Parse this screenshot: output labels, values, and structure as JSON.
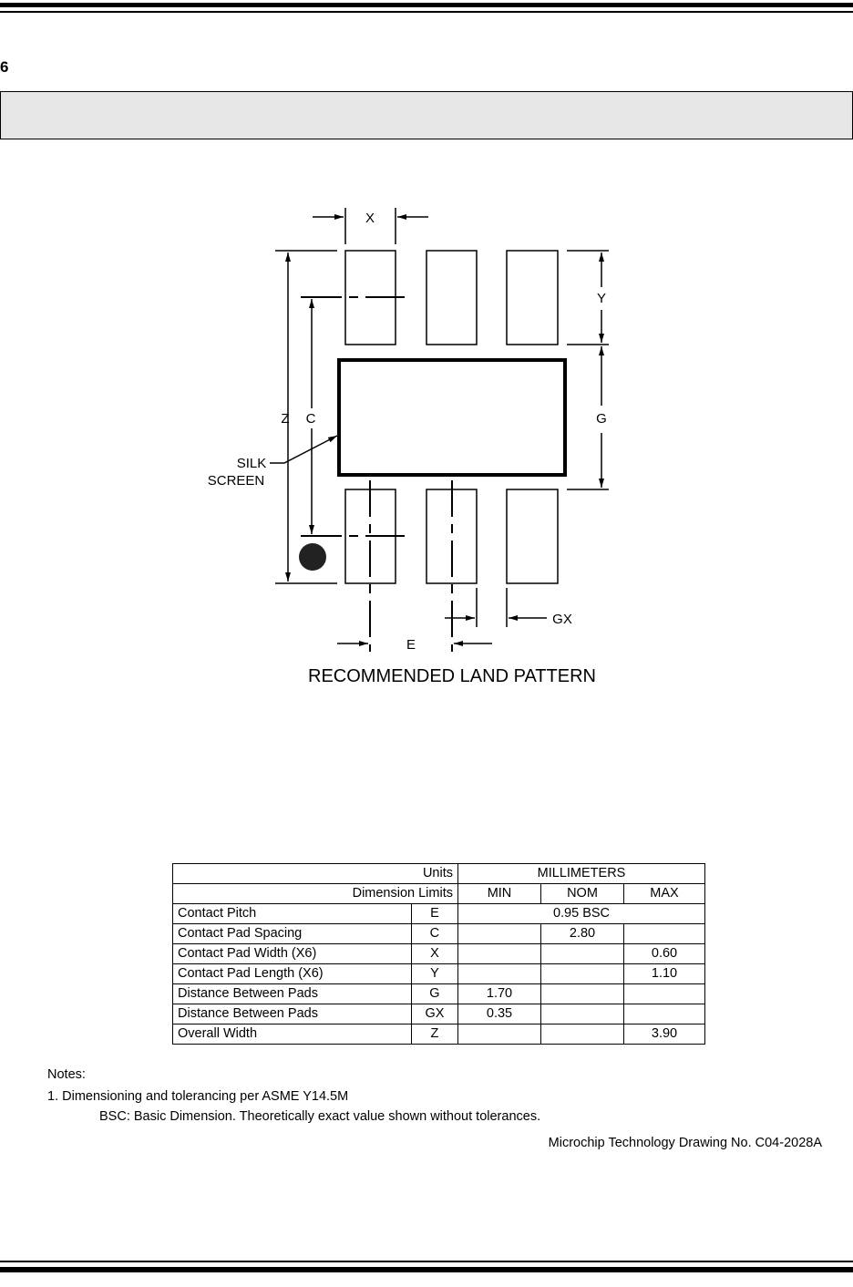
{
  "section_number": "6",
  "drawing": {
    "title": "RECOMMENDED LAND PATTERN",
    "labels": {
      "x": "X",
      "y": "Y",
      "z": "Z",
      "c": "C",
      "g": "G",
      "gx": "GX",
      "e": "E",
      "silk1": "SILK",
      "silk2": "SCREEN"
    }
  },
  "table": {
    "units_label": "Units",
    "units_value": "MILLIMETERS",
    "limits_label": "Dimension Limits",
    "min": "MIN",
    "nom": "NOM",
    "max": "MAX",
    "rows": [
      {
        "name": "Contact Pitch",
        "sym": "E",
        "span": "0.95 BSC"
      },
      {
        "name": "Contact Pad Spacing",
        "sym": "C",
        "min": "",
        "nom": "2.80",
        "max": ""
      },
      {
        "name": "Contact Pad Width (X6)",
        "sym": "X",
        "min": "",
        "nom": "",
        "max": "0.60"
      },
      {
        "name": "Contact Pad Length (X6)",
        "sym": "Y",
        "min": "",
        "nom": "",
        "max": "1.10"
      },
      {
        "name": "Distance Between Pads",
        "sym": "G",
        "min": "1.70",
        "nom": "",
        "max": ""
      },
      {
        "name": "Distance Between Pads",
        "sym": "GX",
        "min": "0.35",
        "nom": "",
        "max": ""
      },
      {
        "name": "Overall Width",
        "sym": "Z",
        "min": "",
        "nom": "",
        "max": "3.90"
      }
    ]
  },
  "notes": {
    "heading": "Notes:",
    "note1": "1. Dimensioning and tolerancing per ASME Y14.5M",
    "note1b": "BSC: Basic Dimension. Theoretically exact value shown without tolerances.",
    "drawing_no": "Microchip Technology Drawing No. C04-2028A"
  }
}
